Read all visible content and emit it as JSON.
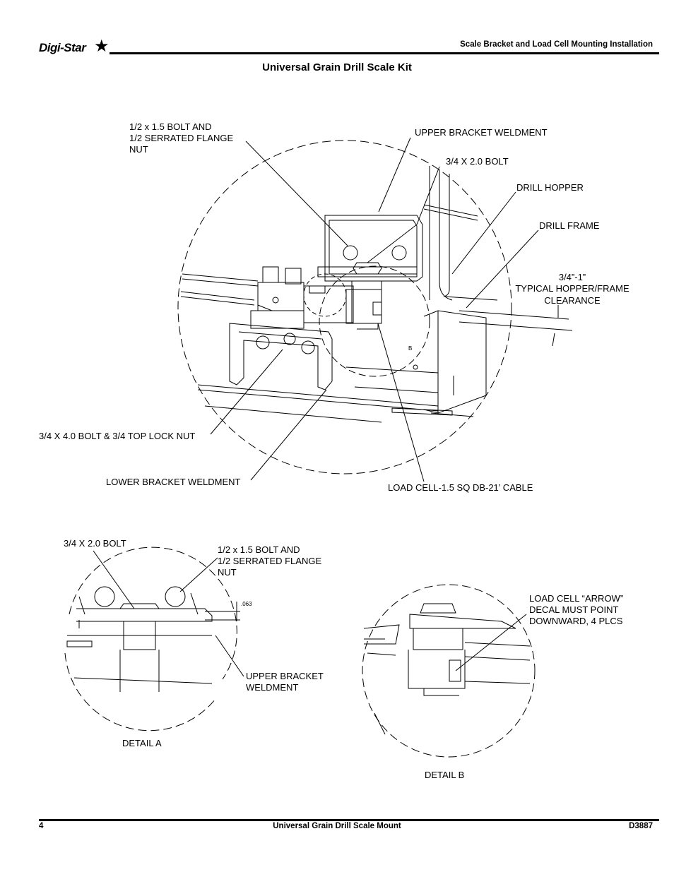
{
  "header": {
    "logo_text": "Digi-Star",
    "section_title": "Scale Bracket and Load Cell Mounting Installation"
  },
  "document_title": "Universal Grain Drill Scale Kit",
  "main_figure": {
    "labels": {
      "bolt_nut_1": "1/2 x 1.5 BOLT AND",
      "bolt_nut_2": "1/2 SERRATED FLANGE",
      "bolt_nut_3": "NUT",
      "upper_bracket": "UPPER BRACKET WELDMENT",
      "bolt_34": "3/4 X 2.0 BOLT",
      "drill_hopper": "DRILL HOPPER",
      "drill_frame": "DRILL FRAME",
      "clearance_1": "3/4”-1”",
      "clearance_2": "TYPICAL HOPPER/FRAME",
      "clearance_3": "CLEARANCE",
      "bolt_40": "3/4 X 4.0 BOLT & 3/4 TOP LOCK NUT",
      "lower_bracket": "LOWER BRACKET WELDMENT",
      "load_cell": "LOAD CELL-1.5 SQ DB-21’ CABLE",
      "marker_b": "B"
    }
  },
  "detail_a": {
    "labels": {
      "bolt_34": "3/4 X 2.0 BOLT",
      "bolt_nut_1": "1/2 x 1.5 BOLT AND",
      "bolt_nut_2": "1/2 SERRATED FLANGE",
      "bolt_nut_3": "NUT",
      "gap": ".063",
      "upper_1": "UPPER BRACKET",
      "upper_2": "WELDMENT",
      "caption": "DETAIL A"
    }
  },
  "detail_b": {
    "labels": {
      "decal_1": "LOAD CELL “ARROW”",
      "decal_2": "DECAL MUST POINT",
      "decal_3": "DOWNWARD, 4 PLCS",
      "caption": "DETAIL B"
    }
  },
  "footer": {
    "page_number": "4",
    "center_title": "Universal Grain Drill Scale Mount",
    "doc_number": "D3887"
  }
}
